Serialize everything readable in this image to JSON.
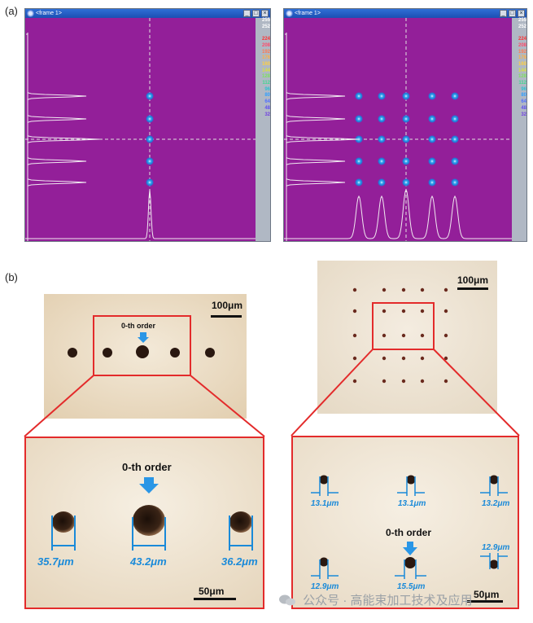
{
  "panels": {
    "a": "(a)",
    "b": "(b)"
  },
  "windows": {
    "left_title": "<frame 1>",
    "right_title": "<frame 1>"
  },
  "colorscale": {
    "labels": [
      "255",
      "252",
      "",
      "224",
      "208",
      "192",
      "176",
      "160",
      "144",
      "128",
      "112",
      "96",
      "80",
      "64",
      "48",
      "32"
    ],
    "colors": [
      "#ffffff",
      "#ffffff",
      "#ffffff",
      "#ff3030",
      "#ff4a6a",
      "#ff7a50",
      "#ffb040",
      "#ffd040",
      "#d8e040",
      "#7fe060",
      "#40d890",
      "#30c0d0",
      "#30a0ff",
      "#5070ff",
      "#6050f0",
      "#7040e0"
    ]
  },
  "micrographs": {
    "scale_top": "100μm",
    "scale_zoom": "50μm",
    "zeroth_order": "0-th order",
    "left_dims": [
      "35.7μm",
      "43.2μm",
      "36.2μm"
    ],
    "right_dims": [
      "13.1μm",
      "13.1μm",
      "13.2μm",
      "12.9μm",
      "15.5μm",
      "12.9μm"
    ]
  },
  "colors": {
    "plot_bg": "#931f99",
    "spot": "#2a96e6",
    "frame_red": "#e32b2b",
    "arrow_blue": "#2a96e6",
    "dim_blue": "#1a8ad9",
    "paper": "#efe3cf"
  },
  "watermark": {
    "text": "公众号 · 高能束加工技术及应用"
  }
}
